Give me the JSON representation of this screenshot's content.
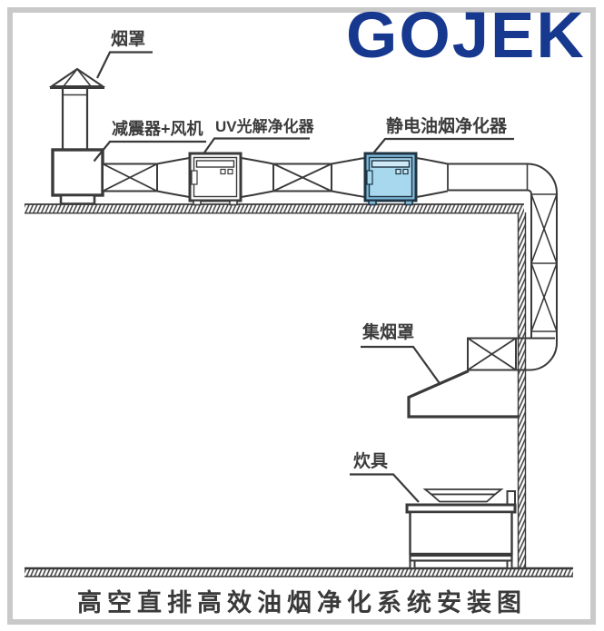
{
  "diagram": {
    "logo": {
      "text": "GOJEK",
      "color": "#16388e"
    },
    "labels": {
      "chimney_cap": "烟罩",
      "damper_fan": "减震器+风机",
      "uv_purifier": "UV光解净化器",
      "esp_purifier": "静电油烟净化器",
      "collection_hood": "集烟罩",
      "cookware": "炊具"
    },
    "title": "高空直排高效油烟净化系统安装图",
    "colors": {
      "line": "#3a3a3a",
      "frame_gray": "#c9c9c9",
      "esp_frame": "#7fb9da",
      "esp_fill": "#a8d8ee",
      "esp_slot": "#cfeaf6",
      "esp_border": "#1e3442"
    }
  }
}
